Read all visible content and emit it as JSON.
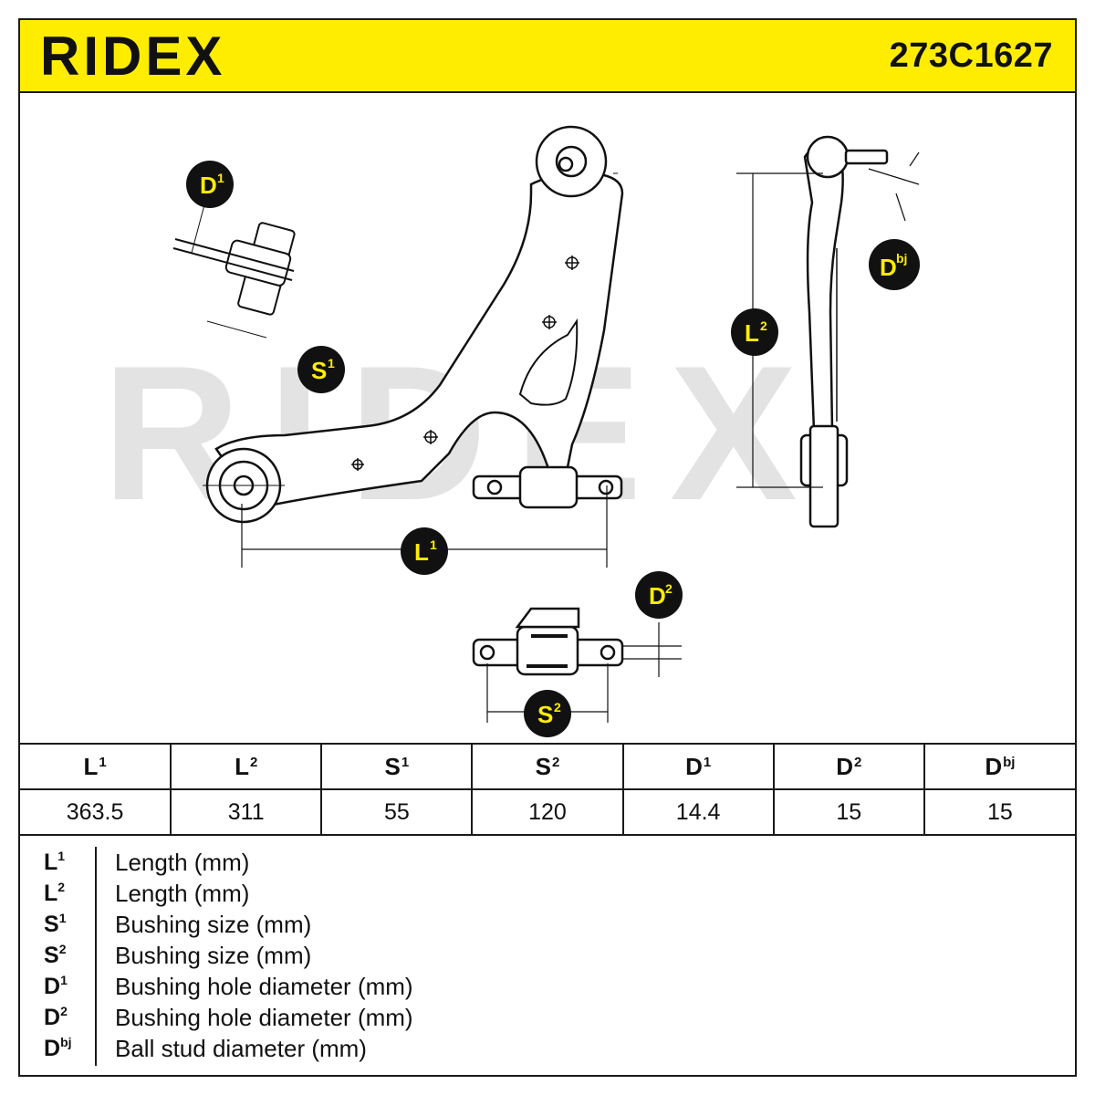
{
  "header": {
    "brand": "RIDEX",
    "part_number": "273C1627",
    "background_color": "#ffed00"
  },
  "diagram": {
    "watermark": "RIDEX",
    "callouts": [
      {
        "id": "D1",
        "base": "D",
        "sup": "1"
      },
      {
        "id": "S1",
        "base": "S",
        "sup": "1"
      },
      {
        "id": "Dbj",
        "base": "D",
        "sup": "bj"
      },
      {
        "id": "L2",
        "base": "L",
        "sup": "2"
      },
      {
        "id": "L1",
        "base": "L",
        "sup": "1"
      },
      {
        "id": "D2",
        "base": "D",
        "sup": "2"
      },
      {
        "id": "S2",
        "base": "S",
        "sup": "2"
      }
    ],
    "callout_fill": "#111111",
    "callout_text_color": "#ffed00"
  },
  "table": {
    "headers": [
      {
        "base": "L",
        "sup": "1"
      },
      {
        "base": "L",
        "sup": "2"
      },
      {
        "base": "S",
        "sup": "1"
      },
      {
        "base": "S",
        "sup": "2"
      },
      {
        "base": "D",
        "sup": "1"
      },
      {
        "base": "D",
        "sup": "2"
      },
      {
        "base": "D",
        "sup": "bj"
      }
    ],
    "values": [
      "363.5",
      "311",
      "55",
      "120",
      "14.4",
      "15",
      "15"
    ]
  },
  "legend": [
    {
      "base": "L",
      "sup": "1",
      "desc": "Length (mm)"
    },
    {
      "base": "L",
      "sup": "2",
      "desc": "Length (mm)"
    },
    {
      "base": "S",
      "sup": "1",
      "desc": "Bushing size (mm)"
    },
    {
      "base": "S",
      "sup": "2",
      "desc": "Bushing size (mm)"
    },
    {
      "base": "D",
      "sup": "1",
      "desc": "Bushing hole diameter (mm)"
    },
    {
      "base": "D",
      "sup": "2",
      "desc": "Bushing hole diameter (mm)"
    },
    {
      "base": "D",
      "sup": "bj",
      "desc": "Ball stud diameter (mm)"
    }
  ]
}
